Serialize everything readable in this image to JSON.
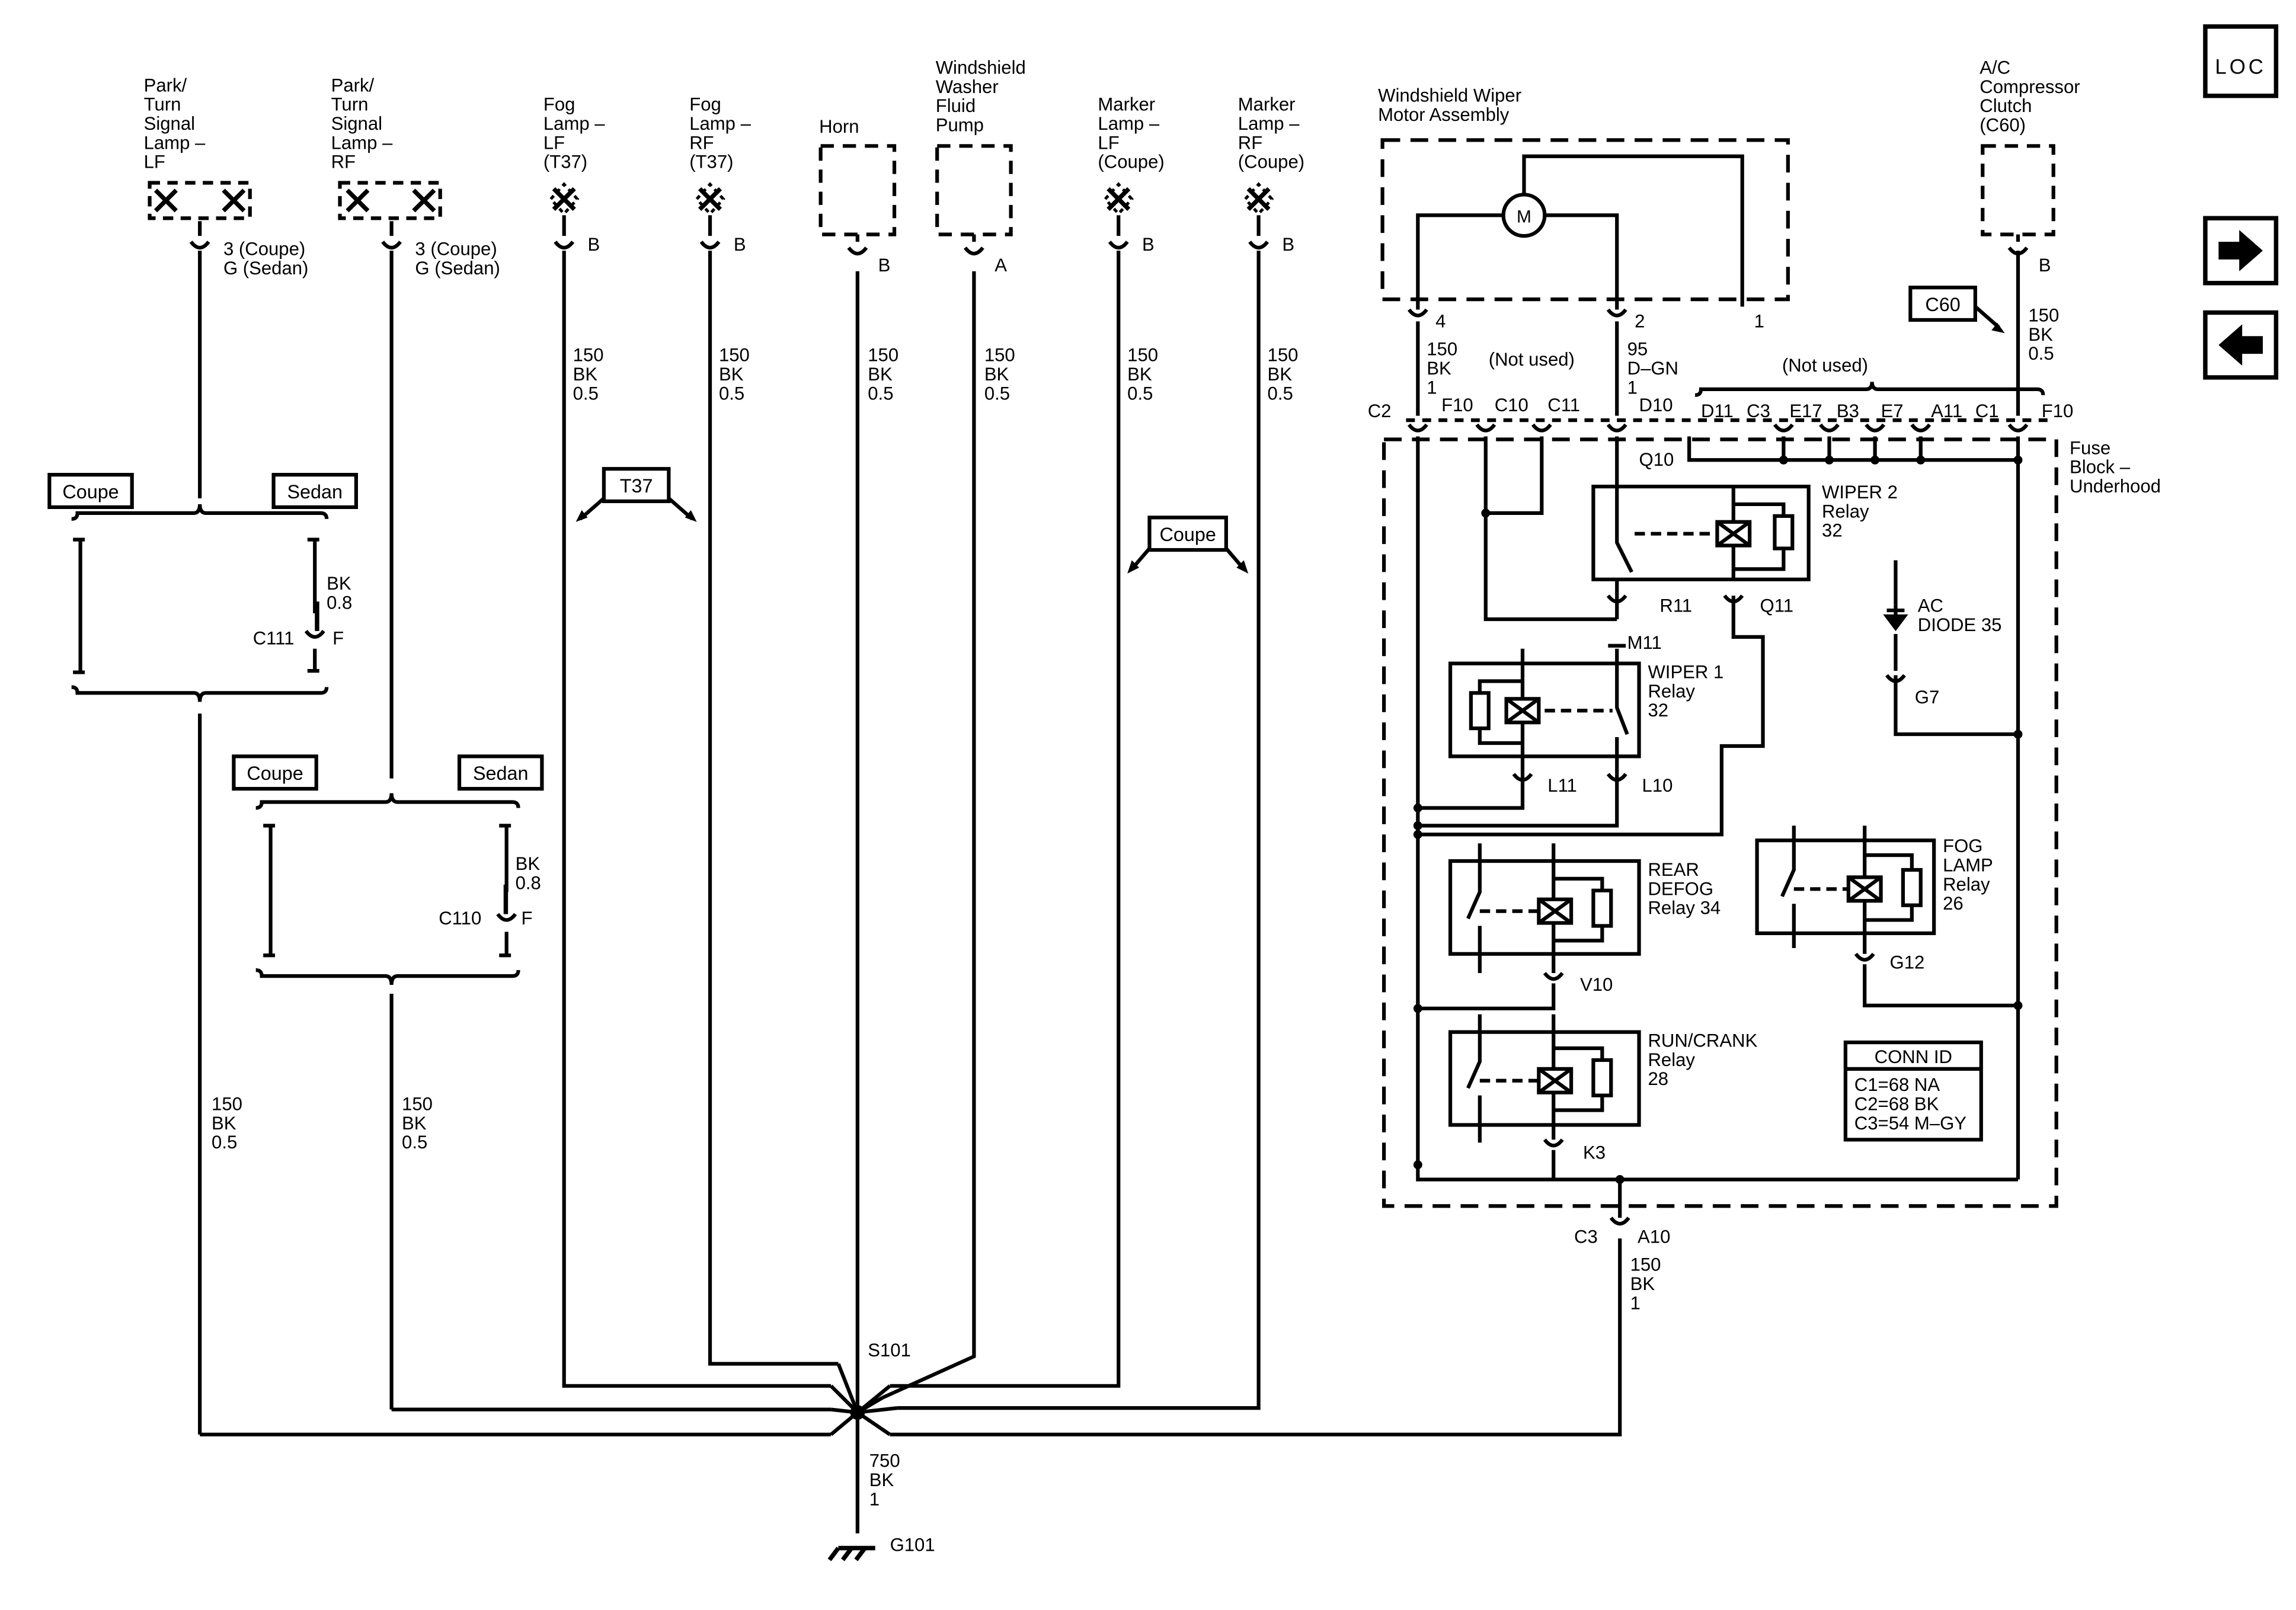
{
  "loc_label": "LOC",
  "nav": {
    "next_icon": "arrow-right-icon",
    "prev_icon": "arrow-left-icon"
  },
  "components": {
    "park_lf": "Park/\nTurn\nSignal\nLamp –\nLF",
    "park_rf": "Park/\nTurn\nSignal\nLamp –\nRF",
    "fog_lf": "Fog\nLamp –\nLF\n(T37)",
    "fog_rf": "Fog\nLamp –\nRF\n(T37)",
    "horn": "Horn",
    "washer": "Windshield\nWasher\nFluid\nPump",
    "marker_lf": "Marker\nLamp –\nLF\n(Coupe)",
    "marker_rf": "Marker\nLamp –\nRF\n(Coupe)",
    "wiper_motor": "Windshield Wiper\nMotor Assembly",
    "ac_clutch": "A/C\nCompressor\nClutch\n(C60)",
    "fuse_block": "Fuse\nBlock –\nUnderhood",
    "motor_symbol": "M"
  },
  "pins": {
    "park_lf": "3 (Coupe)\nG (Sedan)",
    "park_rf": "3 (Coupe)\nG (Sedan)",
    "fog_lf": "B",
    "fog_rf": "B",
    "horn": "B",
    "washer": "A",
    "marker_lf": "B",
    "marker_rf": "B",
    "ac_clutch": "B",
    "motor_4": "4",
    "motor_2": "2",
    "motor_1": "1"
  },
  "wires": {
    "w150bk05": "150\nBK\n0.5",
    "w150bk1": "150\nBK\n1",
    "w95dgn1": "95\nD–GN\n1",
    "bk08": "BK\n0.8",
    "w750bk1": "750\nBK\n1"
  },
  "options": {
    "coupe": "Coupe",
    "sedan": "Sedan",
    "t37": "T37",
    "c60": "C60",
    "not_used": "(Not used)"
  },
  "connectors": {
    "c111": "C111",
    "c110": "C110",
    "f": "F",
    "c2": "C2",
    "f10": "F10",
    "c10": "C10",
    "c11": "C11",
    "d10": "D10",
    "d11": "D11",
    "c3": "C3",
    "e17": "E17",
    "b3": "B3",
    "e7": "E7",
    "a11": "A11",
    "c1": "C1",
    "a10": "A10"
  },
  "relay_pins": {
    "q10": "Q10",
    "r11": "R11",
    "q11": "Q11",
    "m11": "M11",
    "l11": "L11",
    "l10": "L10",
    "v10": "V10",
    "k3": "K3",
    "g7": "G7",
    "g12": "G12"
  },
  "relays": {
    "wiper2": "WIPER 2\nRelay\n32",
    "wiper1": "WIPER 1\nRelay\n32",
    "rear_defog": "REAR\nDEFOG\nRelay 34",
    "run_crank": "RUN/CRANK\nRelay\n28",
    "fog_lamp": "FOG\nLAMP\nRelay\n26",
    "ac_diode": "AC\nDIODE 35"
  },
  "conn_id": {
    "title": "CONN ID",
    "lines": [
      "C1=68 NA",
      "C2=68 BK",
      "C3=54 M–GY"
    ]
  },
  "splice": "S101",
  "ground": "G101"
}
